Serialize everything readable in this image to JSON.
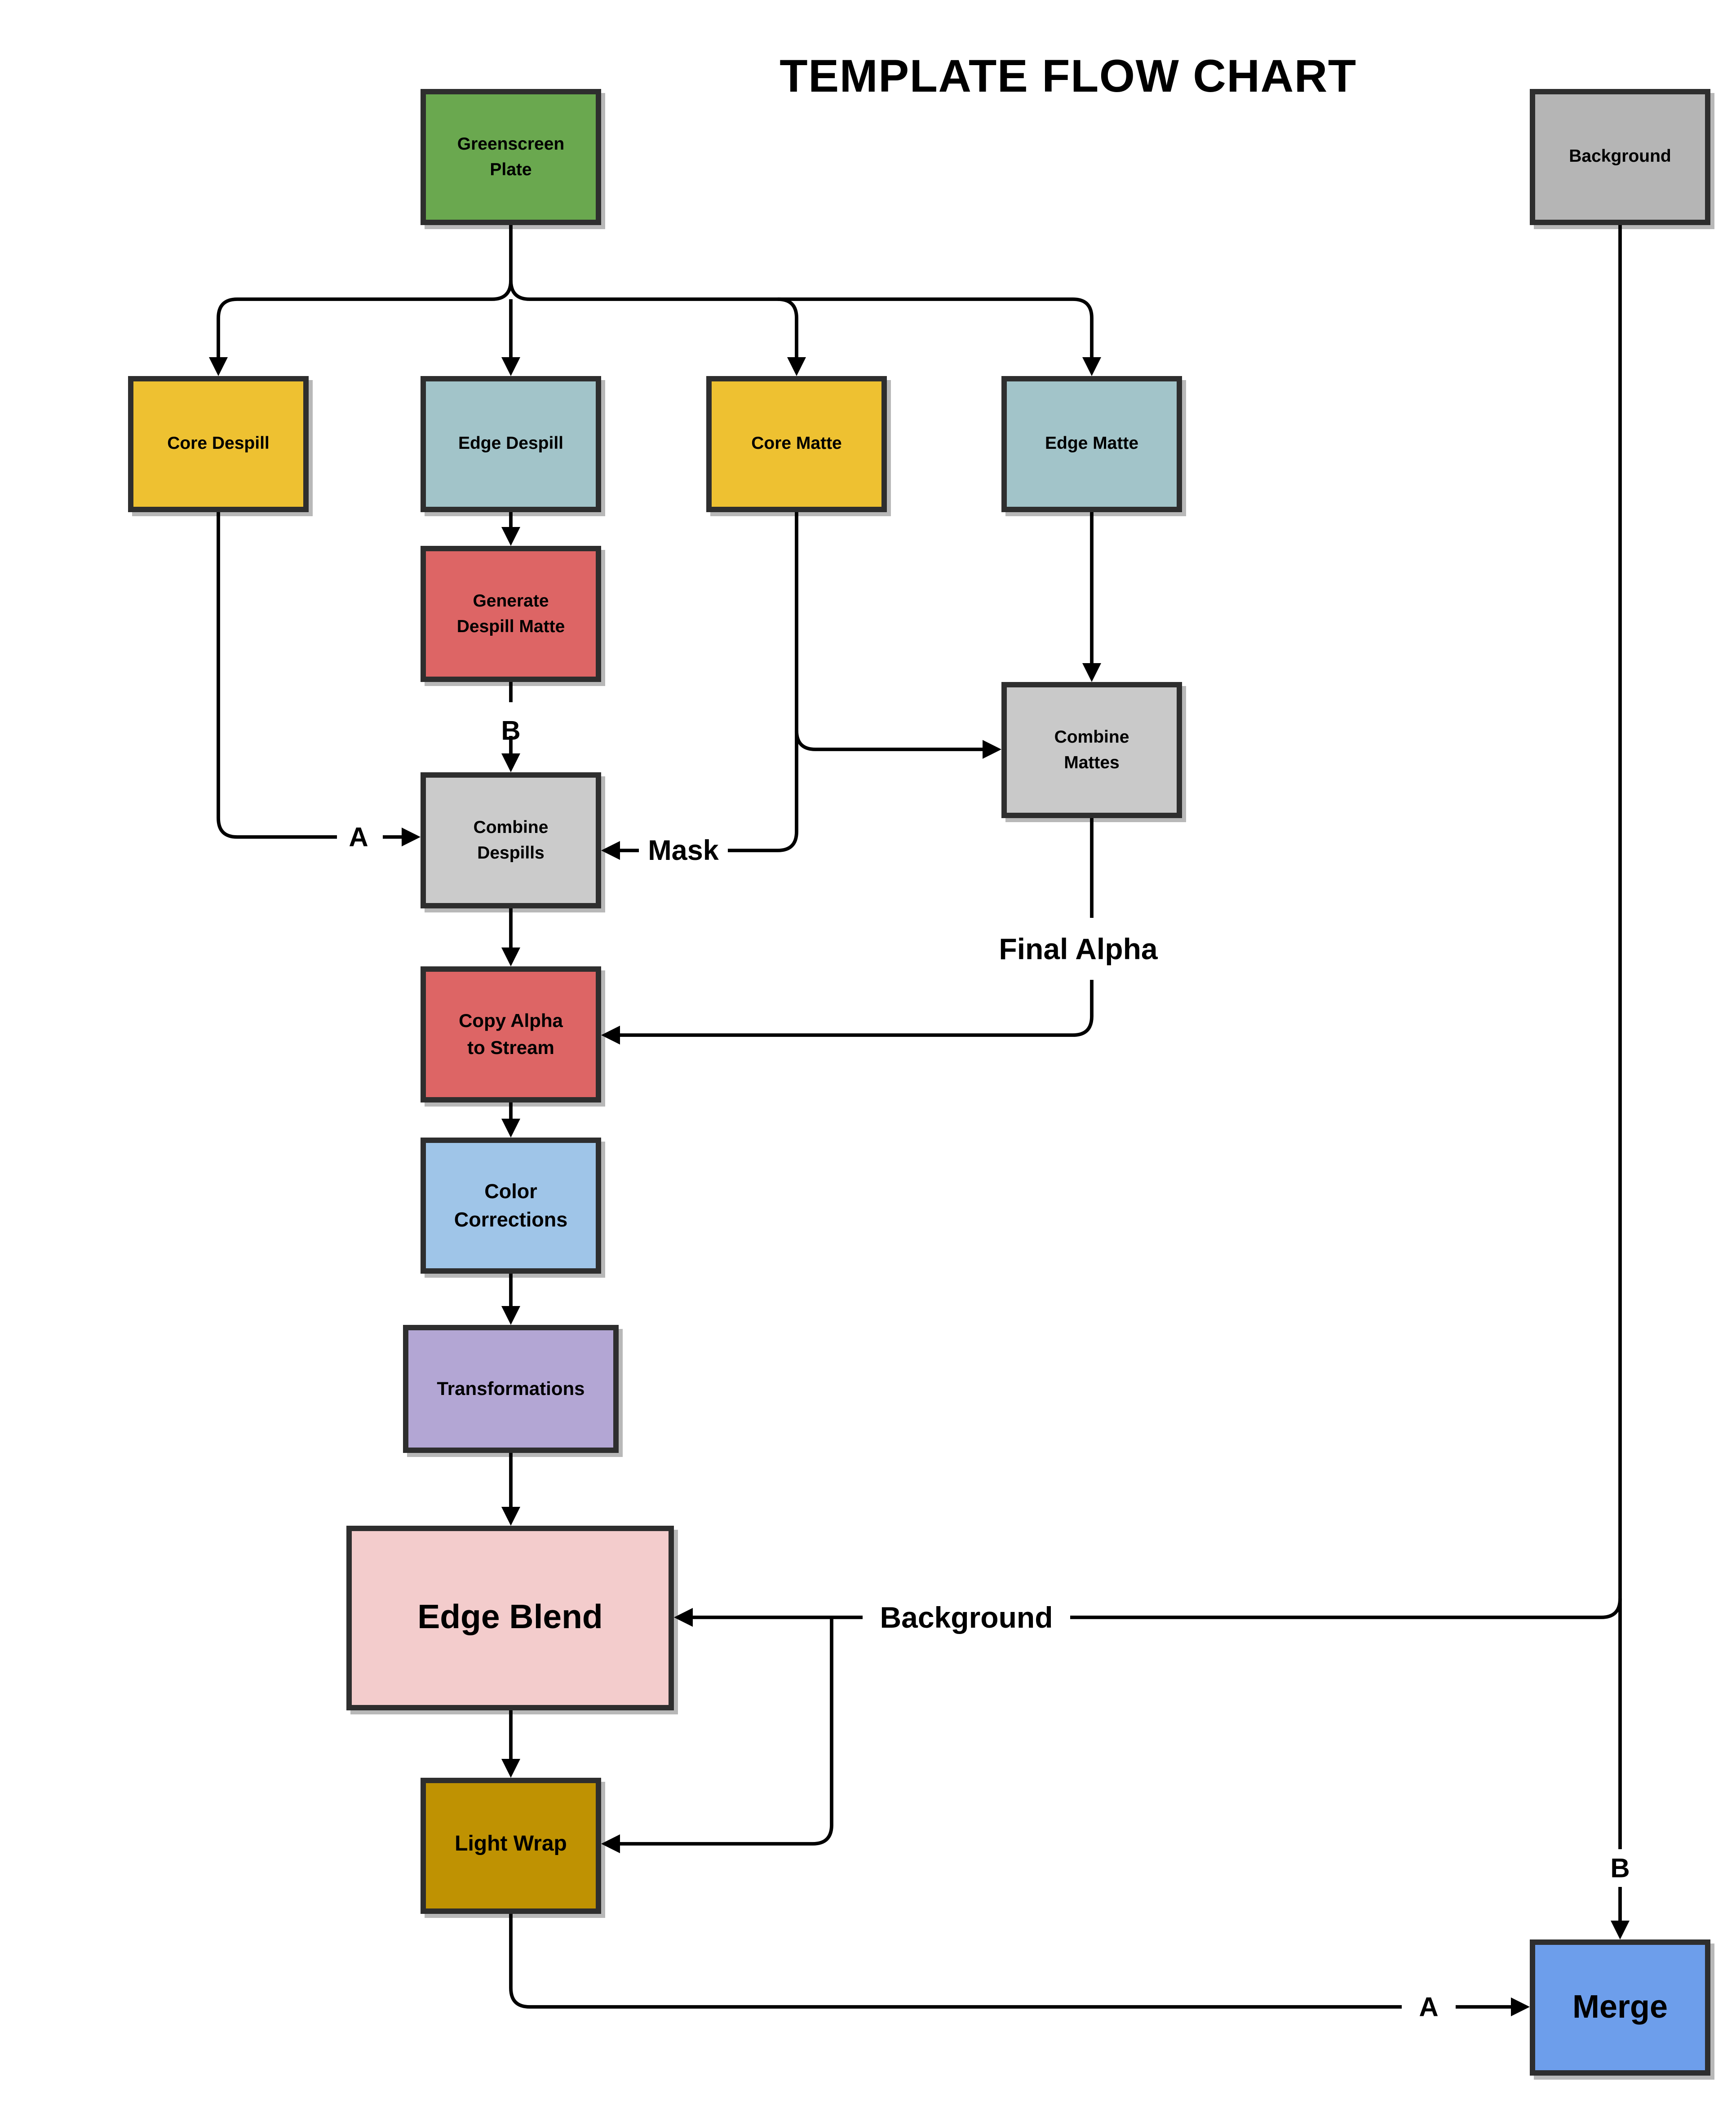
{
  "title": "TEMPLATE FLOW CHART",
  "nodes": {
    "greenscreen_plate": {
      "label": "Greenscreen\nPlate",
      "color": "#6aa84f"
    },
    "background_source": {
      "label": "Background",
      "color": "#b5b5b5"
    },
    "core_despill": {
      "label": "Core Despill",
      "color": "#eec131"
    },
    "edge_despill": {
      "label": "Edge Despill",
      "color": "#a2c4c9"
    },
    "core_matte": {
      "label": "Core Matte",
      "color": "#eec131"
    },
    "edge_matte": {
      "label": "Edge Matte",
      "color": "#a2c4c9"
    },
    "generate_despill_matte": {
      "label": "Generate\nDespill Matte",
      "color": "#dd6565"
    },
    "combine_mattes": {
      "label": "Combine\nMattes",
      "color": "#c9c9c9"
    },
    "combine_despills": {
      "label": "Combine\nDespills",
      "color": "#cbcbcb"
    },
    "copy_alpha_to_stream": {
      "label": "Copy Alpha\nto Stream",
      "color": "#dd6565"
    },
    "color_corrections": {
      "label": "Color\nCorrections",
      "color": "#9fc5e8"
    },
    "transformations": {
      "label": "Transformations",
      "color": "#b3a6d4"
    },
    "edge_blend": {
      "label": "Edge Blend",
      "color": "#f3cccc"
    },
    "light_wrap": {
      "label": "Light Wrap",
      "color": "#bf9202"
    },
    "merge": {
      "label": "Merge",
      "color": "#6d9eeb"
    }
  },
  "edge_labels": {
    "b_into_combine_despills": "B",
    "a_into_combine_despills": "A",
    "mask_into_combine_despills": "Mask",
    "final_alpha": "Final Alpha",
    "background_feed": "Background",
    "b_into_merge": "B",
    "a_into_merge": "A"
  },
  "line_color": "#000000",
  "border_color": "#2e2e2e"
}
